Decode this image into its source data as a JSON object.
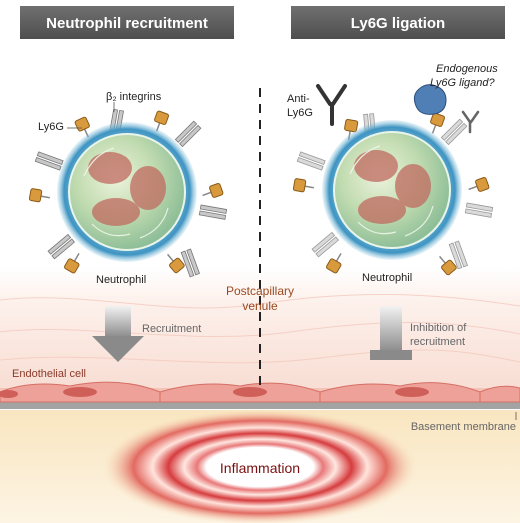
{
  "left_panel": {
    "title": "Neutrophil recruitment",
    "labels": {
      "ly6g": "Ly6G",
      "beta2_integrins": "β₂ integrins",
      "neutrophil": "Neutrophil",
      "recruitment": "Recruitment",
      "endothelial_cell": "Endothelial cell"
    }
  },
  "right_panel": {
    "title": "Ly6G ligation",
    "labels": {
      "anti_ly6g": [
        "Anti-",
        "Ly6G"
      ],
      "endogenous_ligand": [
        "Endogenous",
        "Ly6G ligand?"
      ],
      "neutrophil": "Neutrophil",
      "inhibition": [
        "Inhibition of",
        "recruitment"
      ]
    }
  },
  "center": {
    "venule": [
      "Postcapillary",
      "venule"
    ]
  },
  "tissue": {
    "basement_membrane": "Basement membrane",
    "inflammation": "Inflammation"
  },
  "colors": {
    "banner": "#5e5e5e",
    "vessel": "#fbe9e2",
    "endothelium": "#e9918a",
    "basement": "#9a9a9a",
    "tissue": "#f8e3b2",
    "inflammation": "#c0272d",
    "ly6g_protein": "#d89a3c",
    "integrin": "#bcbcbc",
    "ligand": "#4f7fb4",
    "cell_halo": "#4a9cc6",
    "cell_body": "#b9d6a6",
    "nucleus": "#c0665e"
  }
}
